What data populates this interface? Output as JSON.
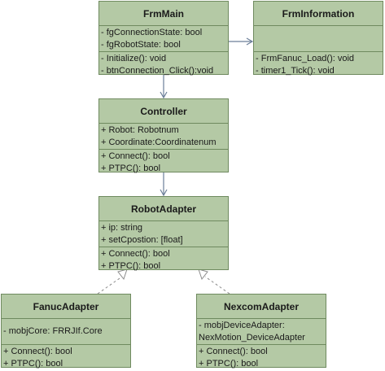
{
  "classes": {
    "frm_main": {
      "name": "FrmMain",
      "attributes": [
        "- fgConnectionState: bool",
        "- fgRobotState: bool"
      ],
      "methods": [
        "- Initialize(): void",
        "- btnConnection_Click():void"
      ]
    },
    "frm_information": {
      "name": "FrmInformation",
      "attributes": [],
      "methods": [
        "- FrmFanuc_Load(): void",
        "- timer1_Tick(): void"
      ]
    },
    "controller": {
      "name": "Controller",
      "attributes": [
        "+ Robot: Robotnum",
        "+ Coordinate:Coordinatenum"
      ],
      "methods": [
        "+ Connect(): bool",
        "+ PTPC(): bool"
      ]
    },
    "robot_adapter": {
      "name": "RobotAdapter",
      "attributes": [
        "+ ip: string",
        "+ setCpostion: [float]"
      ],
      "methods": [
        "+ Connect(): bool",
        "+ PTPC(): bool"
      ]
    },
    "fanuc_adapter": {
      "name": "FanucAdapter",
      "attributes": [
        "- mobjCore: FRRJIf.Core"
      ],
      "methods": [
        "+ Connect(): bool",
        "+ PTPC(): bool"
      ]
    },
    "nexcom_adapter": {
      "name": "NexcomAdapter",
      "attributes": [
        "- mobjDeviceAdapter: NexMotion_DeviceAdapter"
      ],
      "methods": [
        "+ Connect(): bool",
        "+ PTPC(): bool"
      ]
    }
  },
  "relations": [
    {
      "from": "frm_main",
      "to": "frm_information",
      "kind": "association"
    },
    {
      "from": "frm_main",
      "to": "controller",
      "kind": "association"
    },
    {
      "from": "controller",
      "to": "robot_adapter",
      "kind": "association"
    },
    {
      "from": "fanuc_adapter",
      "to": "robot_adapter",
      "kind": "realization"
    },
    {
      "from": "nexcom_adapter",
      "to": "robot_adapter",
      "kind": "realization"
    }
  ],
  "colors": {
    "box_fill": "#b4c9a5",
    "box_border": "#6f8a5f",
    "association_line": "#6c7f99",
    "realization_line": "#8c8c8c"
  }
}
